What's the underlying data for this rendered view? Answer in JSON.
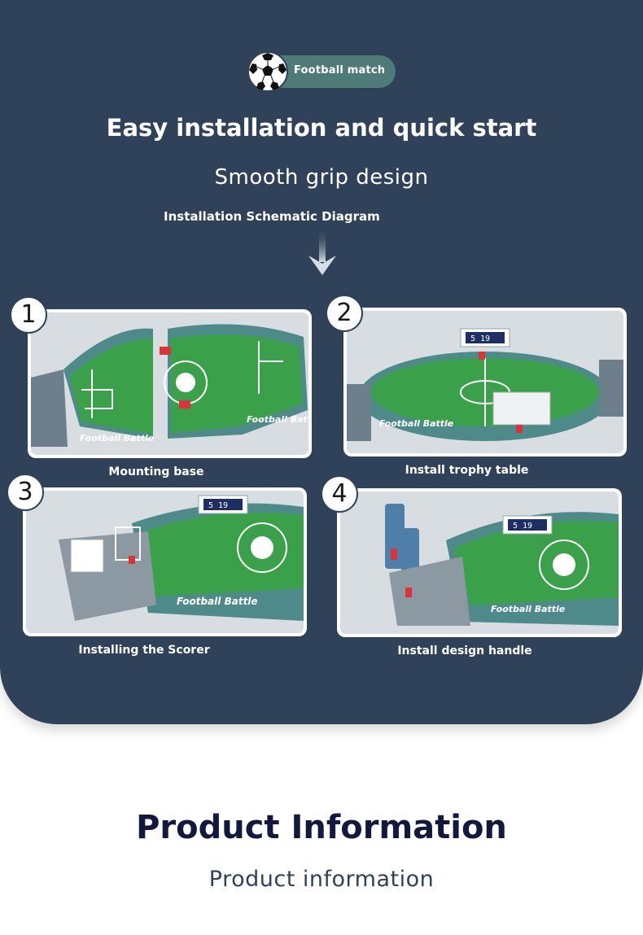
{
  "badge": {
    "label": "Football match",
    "icon": "soccer-ball-icon"
  },
  "header": {
    "title": "Easy installation and quick start",
    "subtitle": "Smooth grip design",
    "diagram_label": "Installation Schematic Diagram"
  },
  "steps": [
    {
      "number": "1",
      "caption": "Mounting base",
      "brand": "Football Battle"
    },
    {
      "number": "2",
      "caption": "Install trophy table",
      "brand": "Football Battle",
      "score": "5 19"
    },
    {
      "number": "3",
      "caption": "Installing the Scorer",
      "brand": "Football Battle",
      "score": "5 19"
    },
    {
      "number": "4",
      "caption": "Install design handle",
      "brand": "Football Battle",
      "score": "5 19"
    }
  ],
  "product": {
    "title": "Product Information",
    "subtitle": "Product information"
  },
  "colors": {
    "panel": "#2f4259",
    "badge": "#4e7a77",
    "field": "#3aa04a",
    "wall": "#4e8a8a",
    "arrow": "#d8343a",
    "title_dark": "#13183f"
  }
}
